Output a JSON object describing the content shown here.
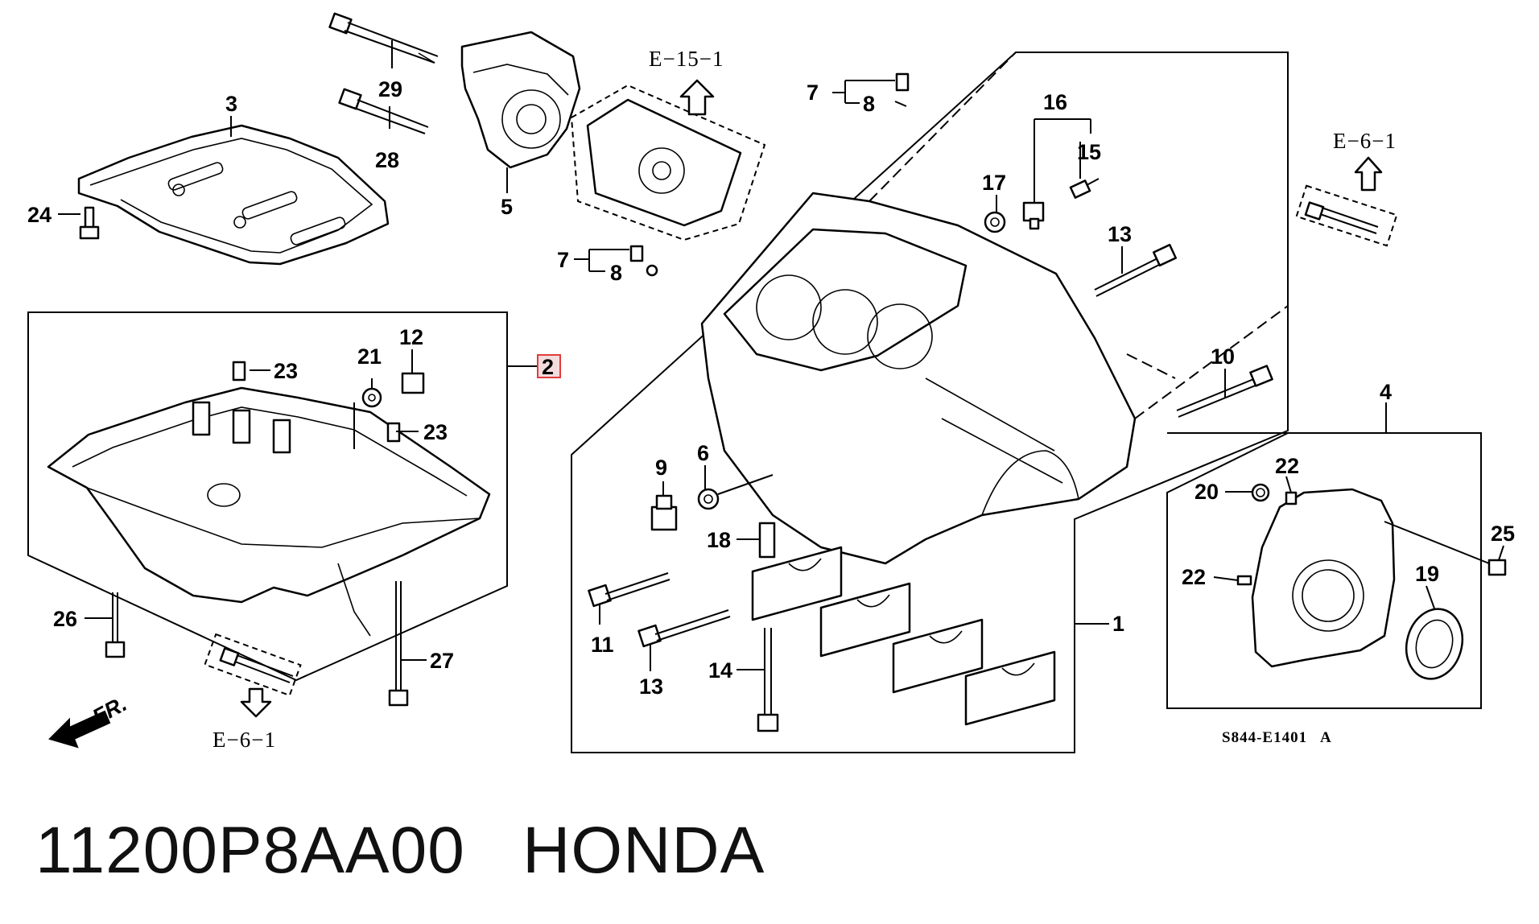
{
  "diagram": {
    "title": "11200P8AA00   HONDA",
    "drawing_code": "S844-E1401",
    "drawing_revision": "A",
    "front_marker": "FR.",
    "highlighted_callout": "2",
    "refs": {
      "top": "E−15−1",
      "right": "E−6−1",
      "bottom": "E−6−1"
    },
    "callouts": {
      "c1": "1",
      "c2": "2",
      "c3": "3",
      "c4": "4",
      "c5": "5",
      "c6": "6",
      "c7a": "7",
      "c7b": "7",
      "c8a": "8",
      "c8b": "8",
      "c9": "9",
      "c10": "10",
      "c11": "11",
      "c12": "12",
      "c13a": "13",
      "c13b": "13",
      "c14": "14",
      "c15": "15",
      "c16": "16",
      "c17": "17",
      "c18": "18",
      "c19": "19",
      "c20": "20",
      "c21": "21",
      "c22a": "22",
      "c22b": "22",
      "c23a": "23",
      "c23b": "23",
      "c24": "24",
      "c25": "25",
      "c26": "26",
      "c27": "27",
      "c28": "28",
      "c29": "29"
    }
  }
}
